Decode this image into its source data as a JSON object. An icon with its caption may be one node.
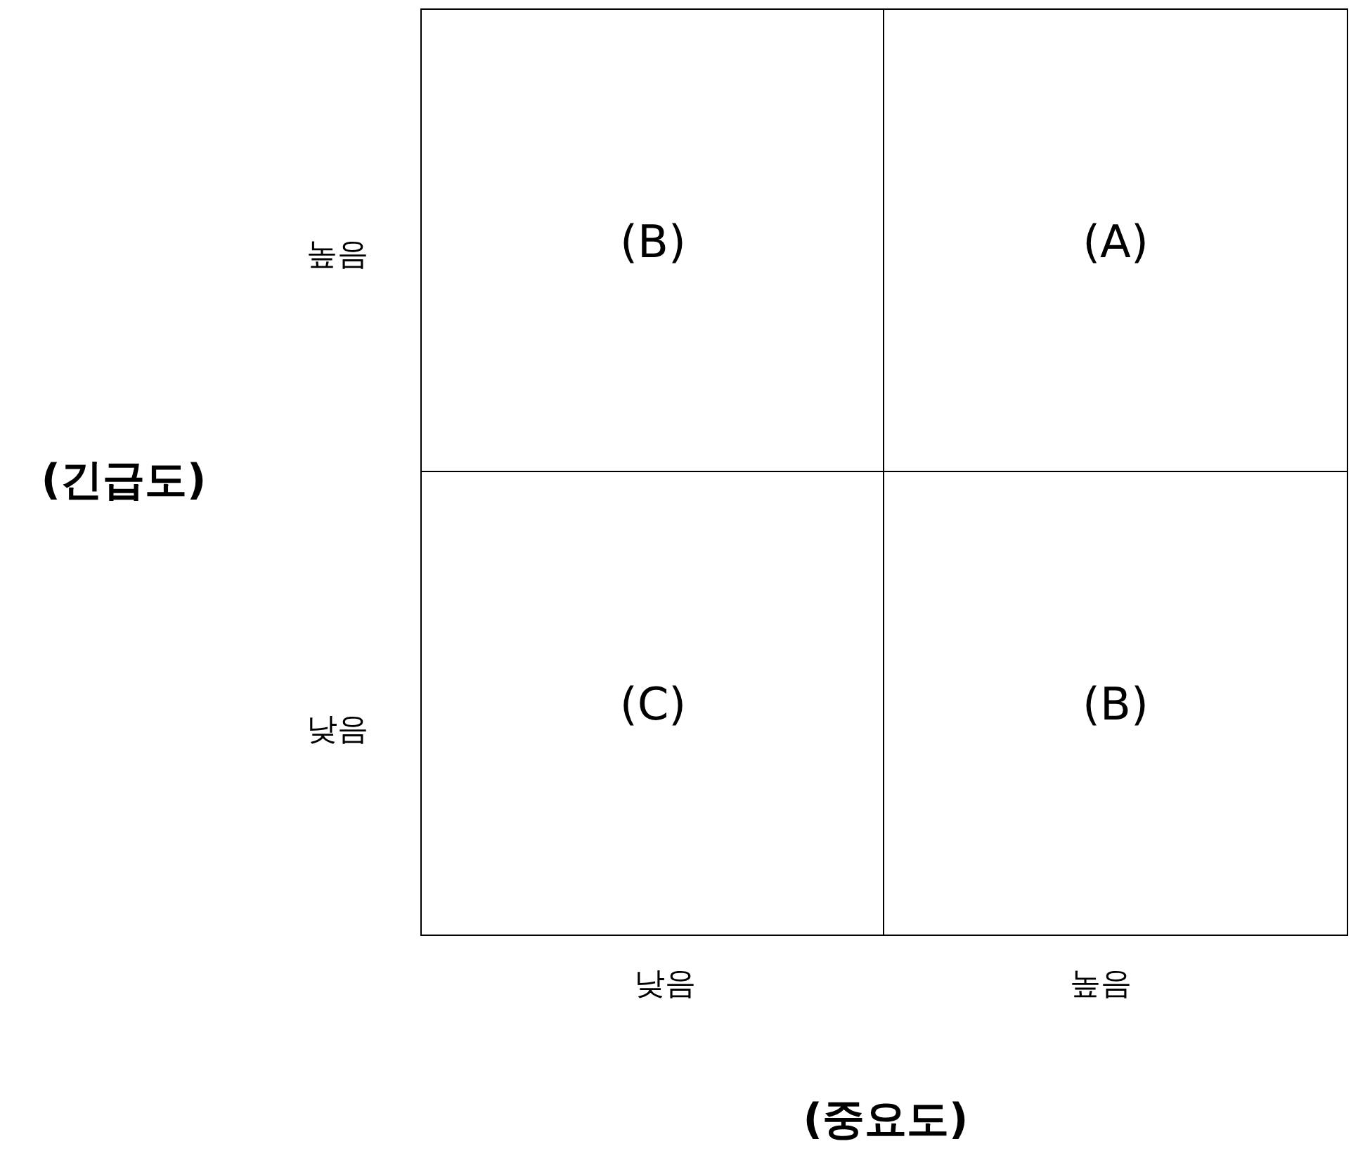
{
  "diagram": {
    "nodes": [
      {
        "text": [
          "(B)"
        ]
      },
      {
        "text": [
          "(A)"
        ]
      },
      {
        "text": [
          "(C)"
        ]
      },
      {
        "text": [
          "(B)"
        ]
      }
    ],
    "labels": [
      "높음",
      "(긴급도)",
      "낮음",
      "낮음",
      "높음",
      "(중요도)"
    ]
  }
}
